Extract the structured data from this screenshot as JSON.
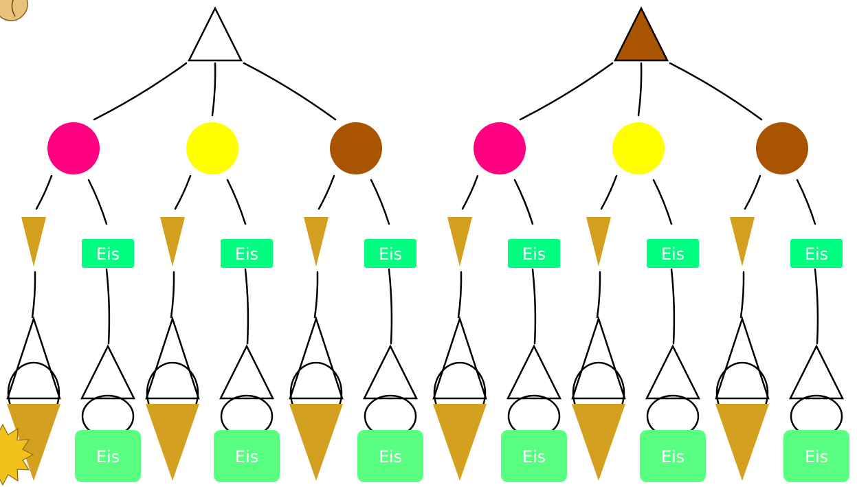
{
  "colors": {
    "outline": "#000000",
    "magenta": "#ff0080",
    "yellow": "#ffff00",
    "brown": "#a85400",
    "ochre": "#d4a020",
    "label_green": "#00ff80",
    "box_green": "#59ff80",
    "sun_yellow": "#f2c21a",
    "label_text": "#ffffff"
  },
  "trees": [
    {
      "root": {
        "shape": "triangle",
        "fill": "white"
      },
      "branches": [
        {
          "node": {
            "shape": "circle",
            "fill": "magenta"
          },
          "options": [
            "ochre-triangle",
            "Eis"
          ]
        },
        {
          "node": {
            "shape": "circle",
            "fill": "yellow"
          },
          "options": [
            "ochre-triangle",
            "Eis"
          ]
        },
        {
          "node": {
            "shape": "circle",
            "fill": "brown"
          },
          "options": [
            "ochre-triangle",
            "Eis"
          ]
        }
      ]
    },
    {
      "root": {
        "shape": "triangle",
        "fill": "brown"
      },
      "branches": [
        {
          "node": {
            "shape": "circle",
            "fill": "magenta"
          },
          "options": [
            "ochre-triangle",
            "Eis"
          ]
        },
        {
          "node": {
            "shape": "circle",
            "fill": "yellow"
          },
          "options": [
            "ochre-triangle",
            "Eis"
          ]
        },
        {
          "node": {
            "shape": "circle",
            "fill": "brown"
          },
          "options": [
            "ochre-triangle",
            "Eis"
          ]
        }
      ]
    }
  ],
  "labels": {
    "eis": "Eis"
  },
  "decorations": {
    "corner_top_left": "cookie-icon",
    "corner_bottom_left": "sun-icon"
  }
}
